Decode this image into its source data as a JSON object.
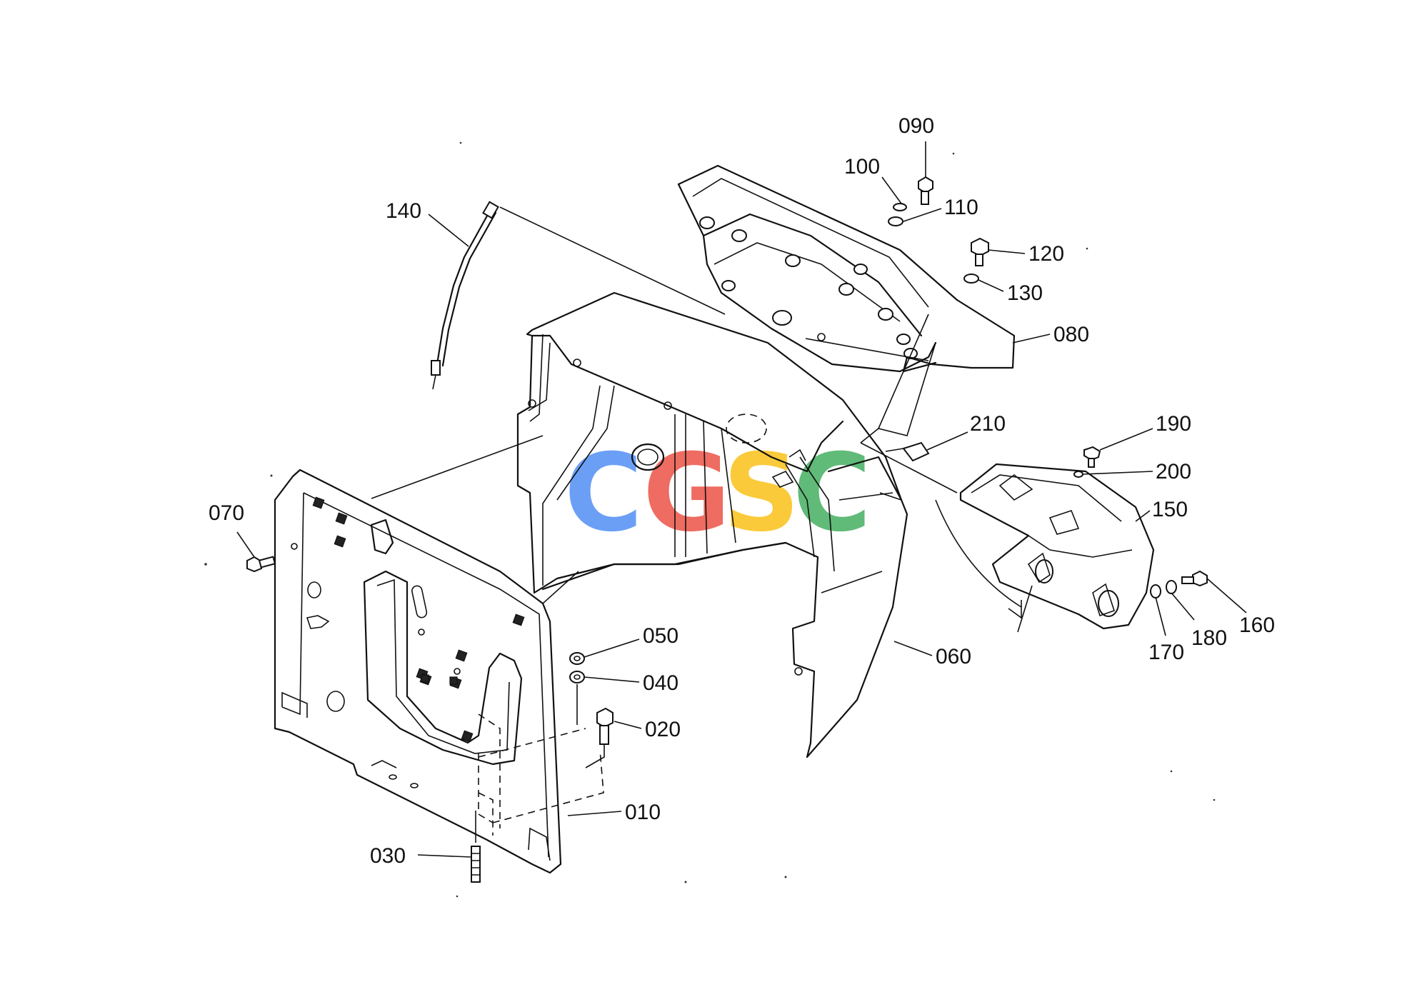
{
  "watermark": {
    "letters": [
      {
        "text": "C",
        "color": "#4285F4"
      },
      {
        "text": "G",
        "color": "#EA4335"
      },
      {
        "text": "S",
        "color": "#FBBC05"
      },
      {
        "text": "C",
        "color": "#34A853"
      }
    ]
  },
  "parts": [
    {
      "id": "010"
    },
    {
      "id": "020"
    },
    {
      "id": "030"
    },
    {
      "id": "040"
    },
    {
      "id": "050"
    },
    {
      "id": "060"
    },
    {
      "id": "070"
    },
    {
      "id": "080"
    },
    {
      "id": "090"
    },
    {
      "id": "100"
    },
    {
      "id": "110"
    },
    {
      "id": "120"
    },
    {
      "id": "130"
    },
    {
      "id": "140"
    },
    {
      "id": "150"
    },
    {
      "id": "160"
    },
    {
      "id": "170"
    },
    {
      "id": "180"
    },
    {
      "id": "190"
    },
    {
      "id": "200"
    },
    {
      "id": "210"
    }
  ]
}
